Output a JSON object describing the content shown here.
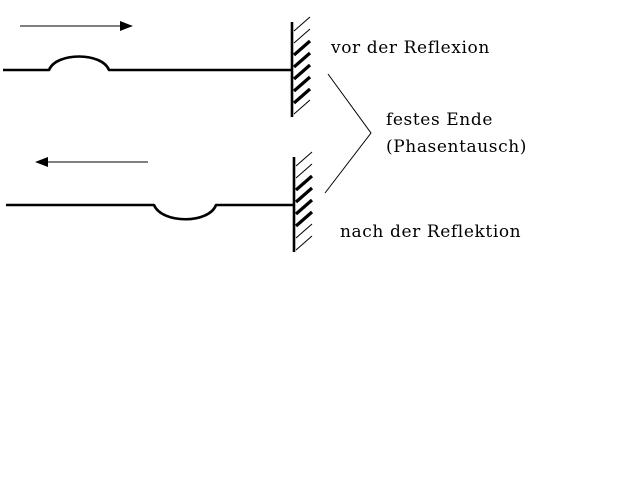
{
  "labels": {
    "before": "vor der Reflexion",
    "fixed_end_line1": "festes Ende",
    "fixed_end_line2": "(Phasentausch)",
    "after": "nach der Reflektion"
  },
  "arrows": {
    "top_direction": "right",
    "bottom_direction": "left"
  },
  "colors": {
    "ink": "#000000",
    "background": "#ffffff"
  }
}
